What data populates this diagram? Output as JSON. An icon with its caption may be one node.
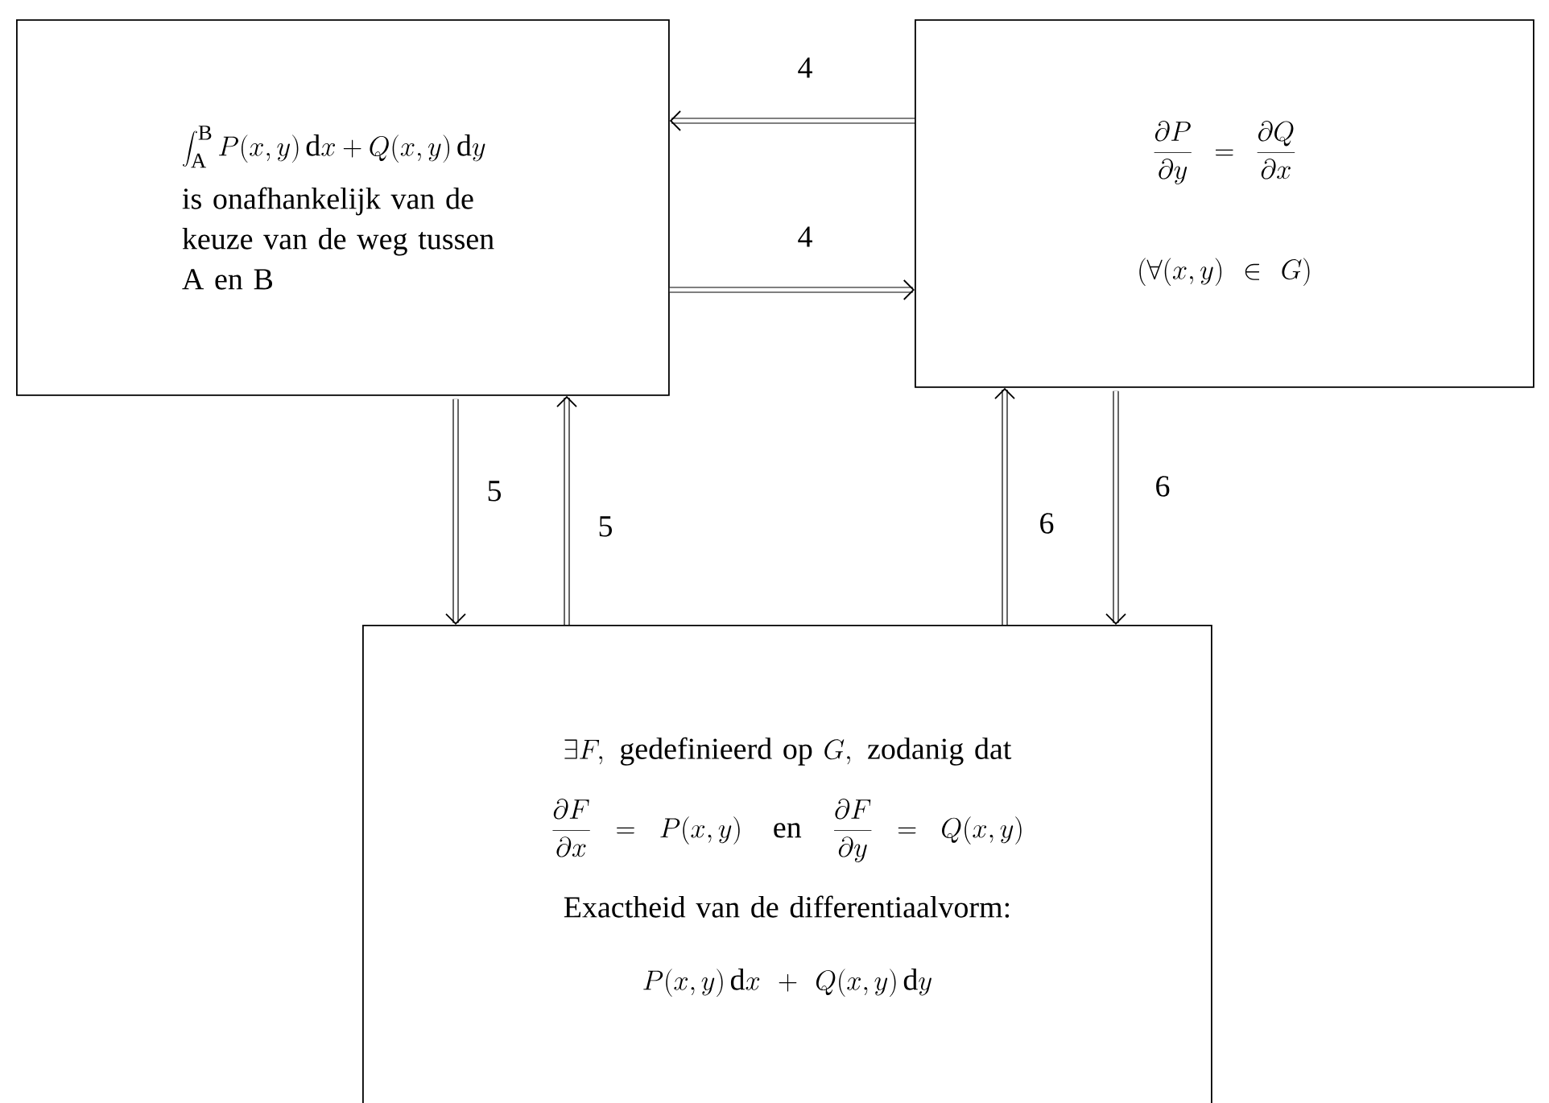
{
  "diagram": {
    "nodes": [
      {
        "text": [
          "\\int_{\\mathrm{A}}^{\\mathrm{B}} P(x,y)\\,\\mathrm{d}x + Q(x,y)\\,\\mathrm{d}y",
          "is onafhankelijk van de keuze van de weg tussen A en B"
        ]
      },
      {
        "text": [
          "\\frac{\\partial P}{\\partial y} = \\frac{\\partial Q}{\\partial x}",
          "(\\forall (x,y) \\in G)"
        ]
      },
      {
        "text": [
          "\\exists F,\\ \\mbox{gedefinieerd op}\\ G,\\ \\mbox{zodanig dat}",
          "\\frac{\\partial F}{\\partial x} = P(x,y) \\quad\\mbox{en}\\quad \\frac{\\partial F}{\\partial y} = Q(x,y)",
          "Exactheid van de differentiaalvorm:",
          "P(x,y)\\,\\mathrm{d}x + Q(x,y)\\,\\mathrm{d}y"
        ]
      }
    ],
    "edges": [
      {
        "from": 1,
        "to": 0,
        "arrow": "to",
        "label": "4"
      },
      {
        "from": 0,
        "to": 1,
        "arrow": "to",
        "label": "4"
      },
      {
        "from": 0,
        "to": 2,
        "arrow": "to",
        "label": "5"
      },
      {
        "from": 2,
        "to": 0,
        "arrow": "to",
        "label": "5"
      },
      {
        "from": 2,
        "to": 1,
        "arrow": "to",
        "label": "6"
      },
      {
        "from": 1,
        "to": 2,
        "arrow": "to",
        "label": "6"
      }
    ]
  }
}
